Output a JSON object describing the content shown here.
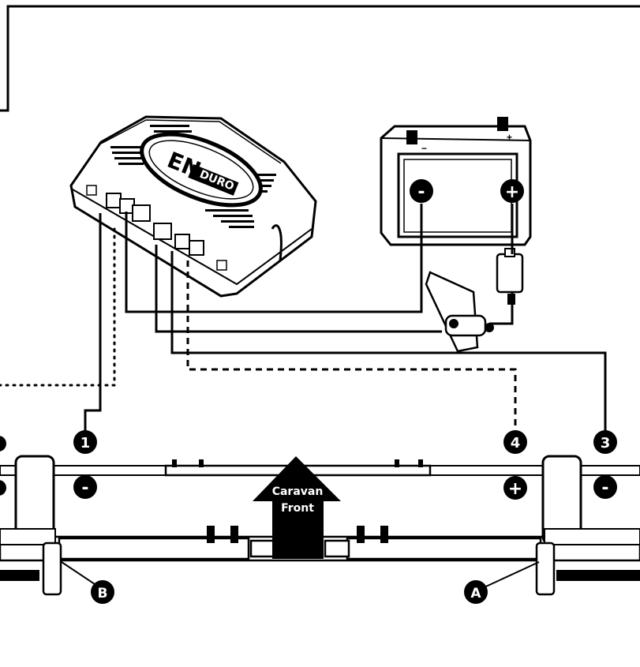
{
  "brand": {
    "logo_text_main": "EN",
    "logo_text_sub": "DURO"
  },
  "battery": {
    "neg_symbol": "-",
    "pos_symbol": "+",
    "neg_small": "−",
    "pos_small": "+"
  },
  "front_arrow": {
    "line1": "Caravan",
    "line2": "Front"
  },
  "markers": {
    "m1": "1",
    "m3": "3",
    "m4": "4",
    "neg_left": "-",
    "neg_right": "-",
    "pos_mid": "+",
    "a": "A",
    "b": "B"
  },
  "colors": {
    "ink": "#000000",
    "paper": "#ffffff",
    "wire": "#111111"
  }
}
